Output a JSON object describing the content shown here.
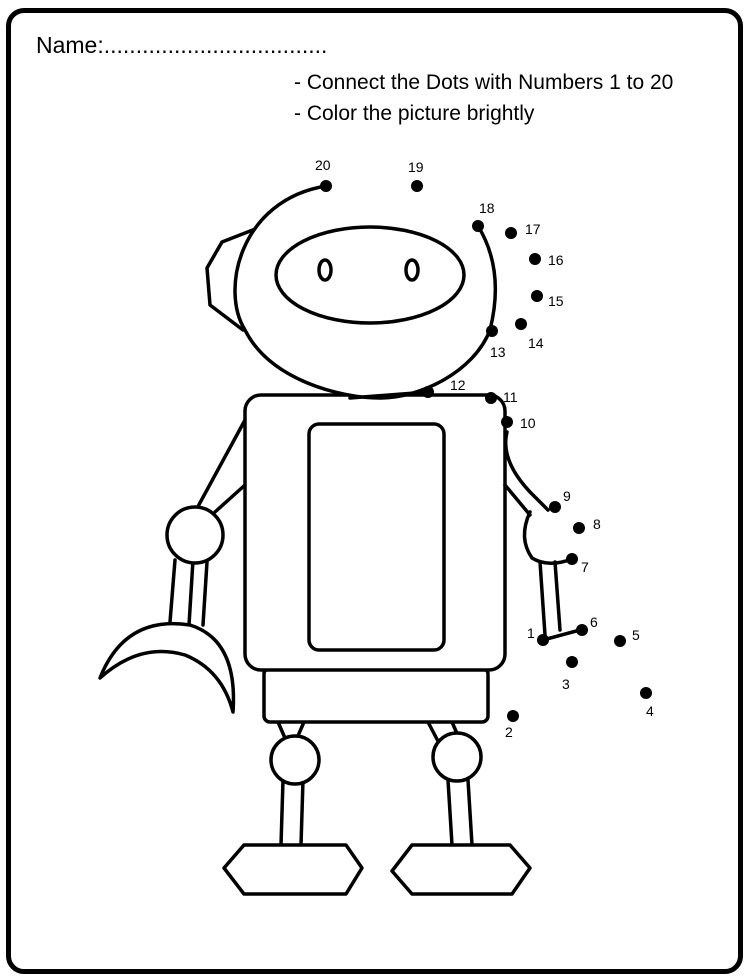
{
  "worksheet": {
    "name_label": "Name:",
    "name_blank": "...................................",
    "instructions": [
      "- Connect the Dots with Numbers 1 to 20",
      "- Color the picture brightly"
    ]
  },
  "colors": {
    "ink": "#000000",
    "paper": "#ffffff"
  },
  "dots": [
    {
      "label": "1"
    },
    {
      "label": "2"
    },
    {
      "label": "3"
    },
    {
      "label": "4"
    },
    {
      "label": "5"
    },
    {
      "label": "6"
    },
    {
      "label": "7"
    },
    {
      "label": "8"
    },
    {
      "label": "9"
    },
    {
      "label": "10"
    },
    {
      "label": "11"
    },
    {
      "label": "12"
    },
    {
      "label": "13"
    },
    {
      "label": "14"
    },
    {
      "label": "15"
    },
    {
      "label": "16"
    },
    {
      "label": "17"
    },
    {
      "label": "18"
    },
    {
      "label": "19"
    },
    {
      "label": "20"
    }
  ]
}
